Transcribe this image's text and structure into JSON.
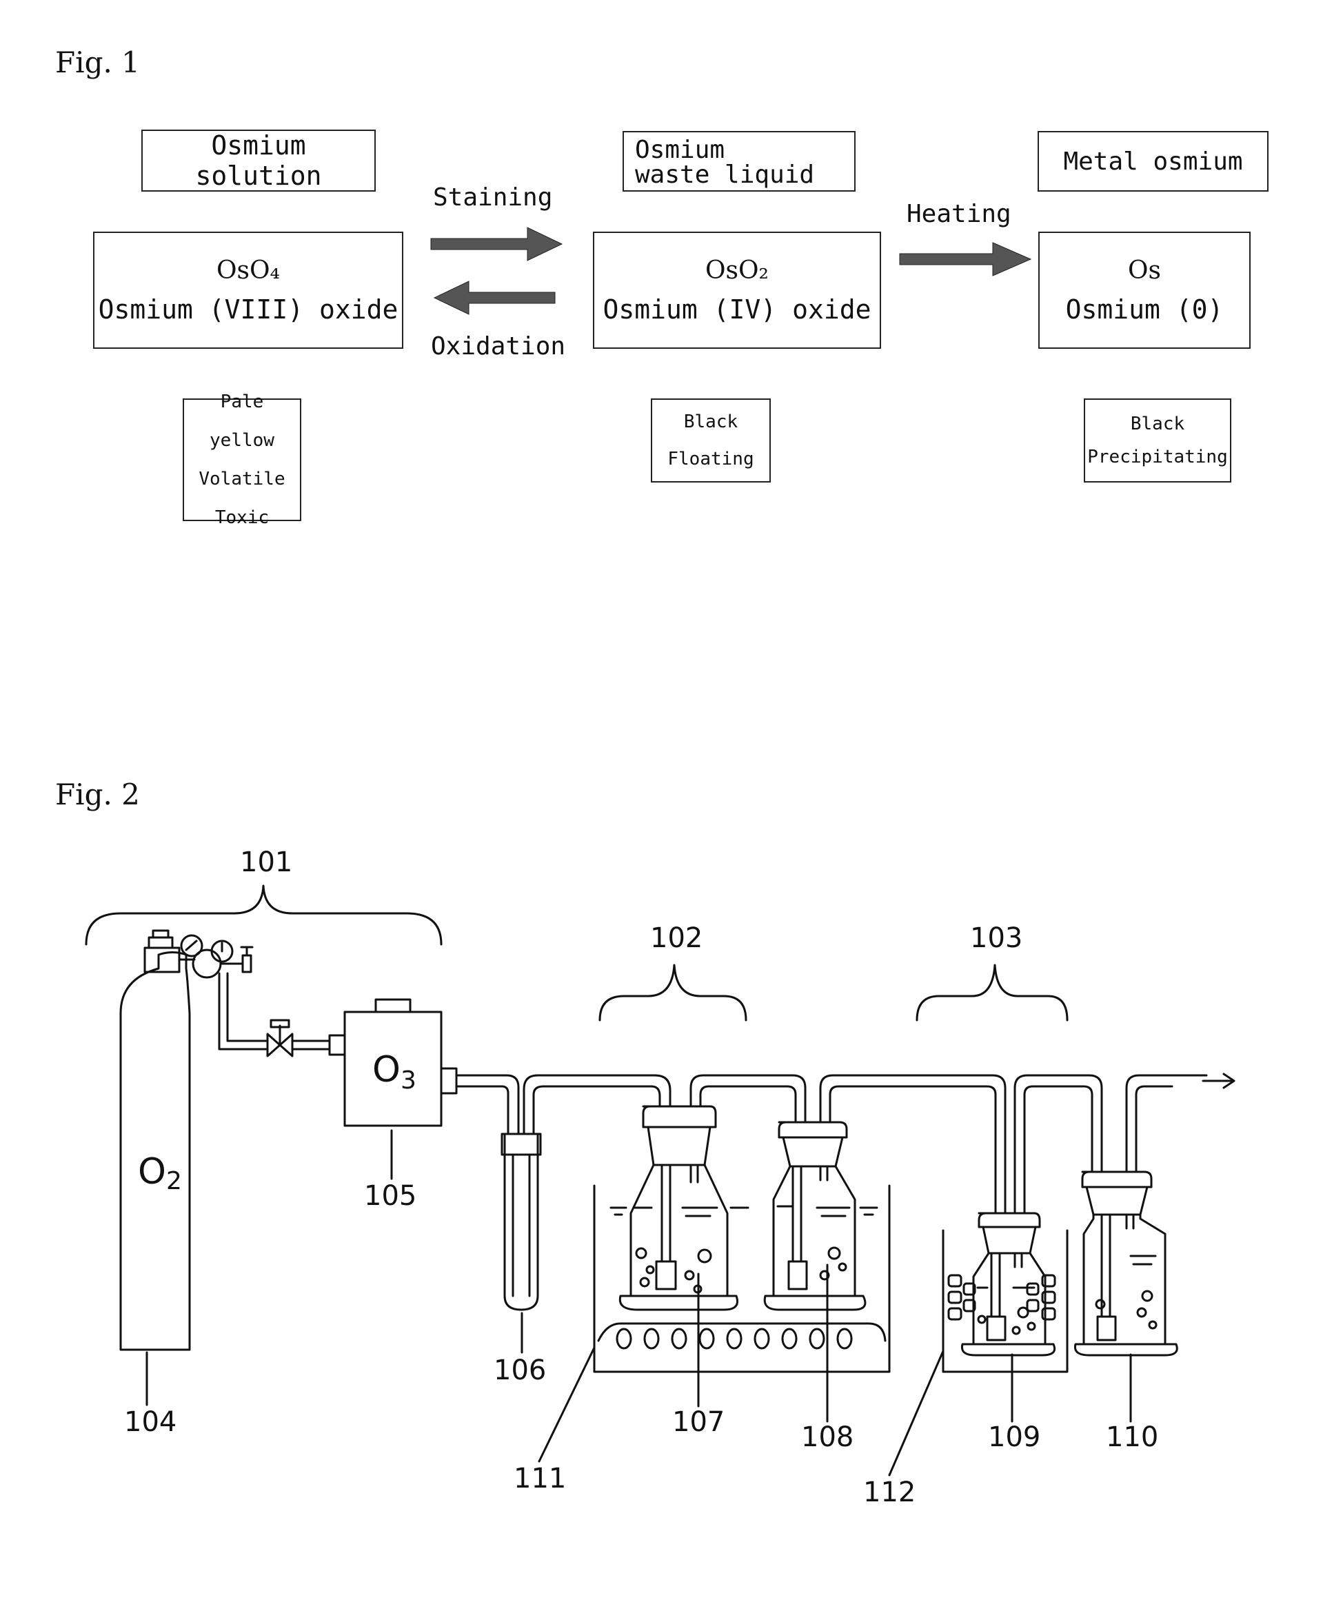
{
  "fig1": {
    "title": "Fig. 1",
    "stages": [
      {
        "header": "Osmium solution",
        "formula": "OsO₄",
        "name": "Osmium (VIII) oxide",
        "properties": [
          "Pale yellow",
          "Volatile",
          "Toxic"
        ]
      },
      {
        "header_line1": "Osmium",
        "header_line2": "waste liquid",
        "formula": "OsO₂",
        "name": "Osmium (IV) oxide",
        "properties": [
          "Black",
          "Floating"
        ]
      },
      {
        "header": "Metal osmium",
        "formula": "Os",
        "name": "Osmium (0)",
        "properties": [
          "Black",
          "Precipitating"
        ]
      }
    ],
    "arrows": {
      "staining": "Staining",
      "oxidation": "Oxidation",
      "heating": "Heating"
    }
  },
  "fig2": {
    "title": "Fig. 2",
    "oxygen_label": "O",
    "oxygen_sub": "2",
    "ozone_label": "O",
    "ozone_sub": "3",
    "refs": {
      "r101": "101",
      "r102": "102",
      "r103": "103",
      "r104": "104",
      "r105": "105",
      "r106": "106",
      "r107": "107",
      "r108": "108",
      "r109": "109",
      "r110": "110",
      "r111": "111",
      "r112": "112"
    }
  }
}
